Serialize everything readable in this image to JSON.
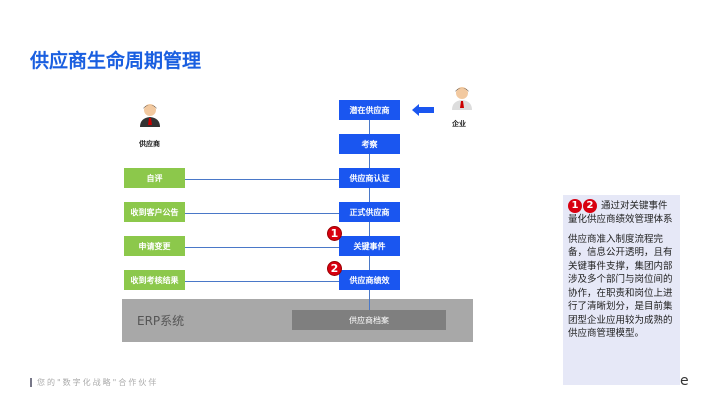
{
  "title": "供应商生命周期管理",
  "actors": {
    "supplier": "供应商",
    "enterprise": "企业"
  },
  "flow": [
    "潜在供应商",
    "考察",
    "供应商认证",
    "正式供应商",
    "关键事件",
    "供应商绩效"
  ],
  "supplier_actions": [
    "自评",
    "收到客户公告",
    "申请变更",
    "收到考核结果"
  ],
  "badges": [
    "1",
    "2"
  ],
  "erp": {
    "label": "ERP系统",
    "archive": "供应商档案"
  },
  "panel": {
    "badges": [
      "1",
      "2"
    ],
    "heading": "通过对关键事件量化供应商绩效管理体系",
    "body": "供应商准入制度流程完备，信息公开透明，且有关键事件支撑，集团内部涉及多个部门与岗位间的协作，在职责和岗位上进行了清晰划分，是目前集团型企业应用较为成熟的供应商管理模型。"
  },
  "footer": "您的\"数字化战略\"合作伙伴",
  "stray_char": "e"
}
